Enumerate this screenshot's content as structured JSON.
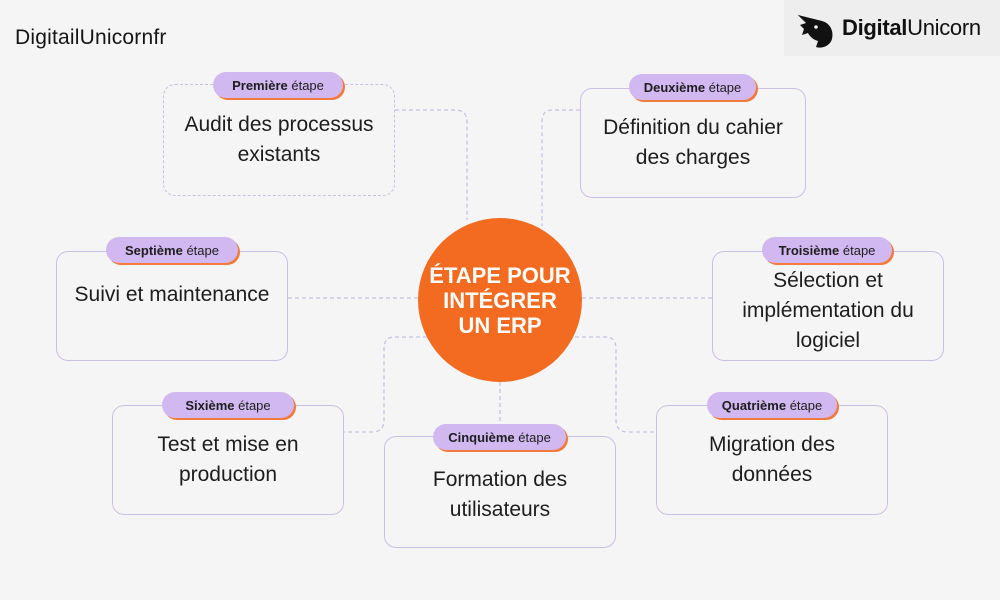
{
  "brand": {
    "watermark": "DigitailUnicornfr",
    "logo_bold": "Digital",
    "logo_regular": "Unicorn"
  },
  "center": {
    "title": "ÉTAPE POUR\nINTÉGRER\nUN ERP"
  },
  "colors": {
    "accent": "#f36b21",
    "badge": "#d2b8f1",
    "border": "#cbbfe6",
    "connector": "#cbbfe6"
  },
  "steps": [
    {
      "ordinal": "Première",
      "suffix": " étape",
      "text": "Audit des processus existants"
    },
    {
      "ordinal": "Deuxième",
      "suffix": " étape",
      "text": "Définition du cahier des charges"
    },
    {
      "ordinal": "Troisième",
      "suffix": " étape",
      "text": "Sélection et implémentation du logiciel"
    },
    {
      "ordinal": "Quatrième",
      "suffix": " étape",
      "text": "Migration des données"
    },
    {
      "ordinal": "Cinquième",
      "suffix": " étape",
      "text": "Formation des utilisateurs"
    },
    {
      "ordinal": "Sixième",
      "suffix": " étape",
      "text": "Test et mise en production"
    },
    {
      "ordinal": "Septième",
      "suffix": " étape",
      "text": "Suivi et maintenance"
    }
  ]
}
